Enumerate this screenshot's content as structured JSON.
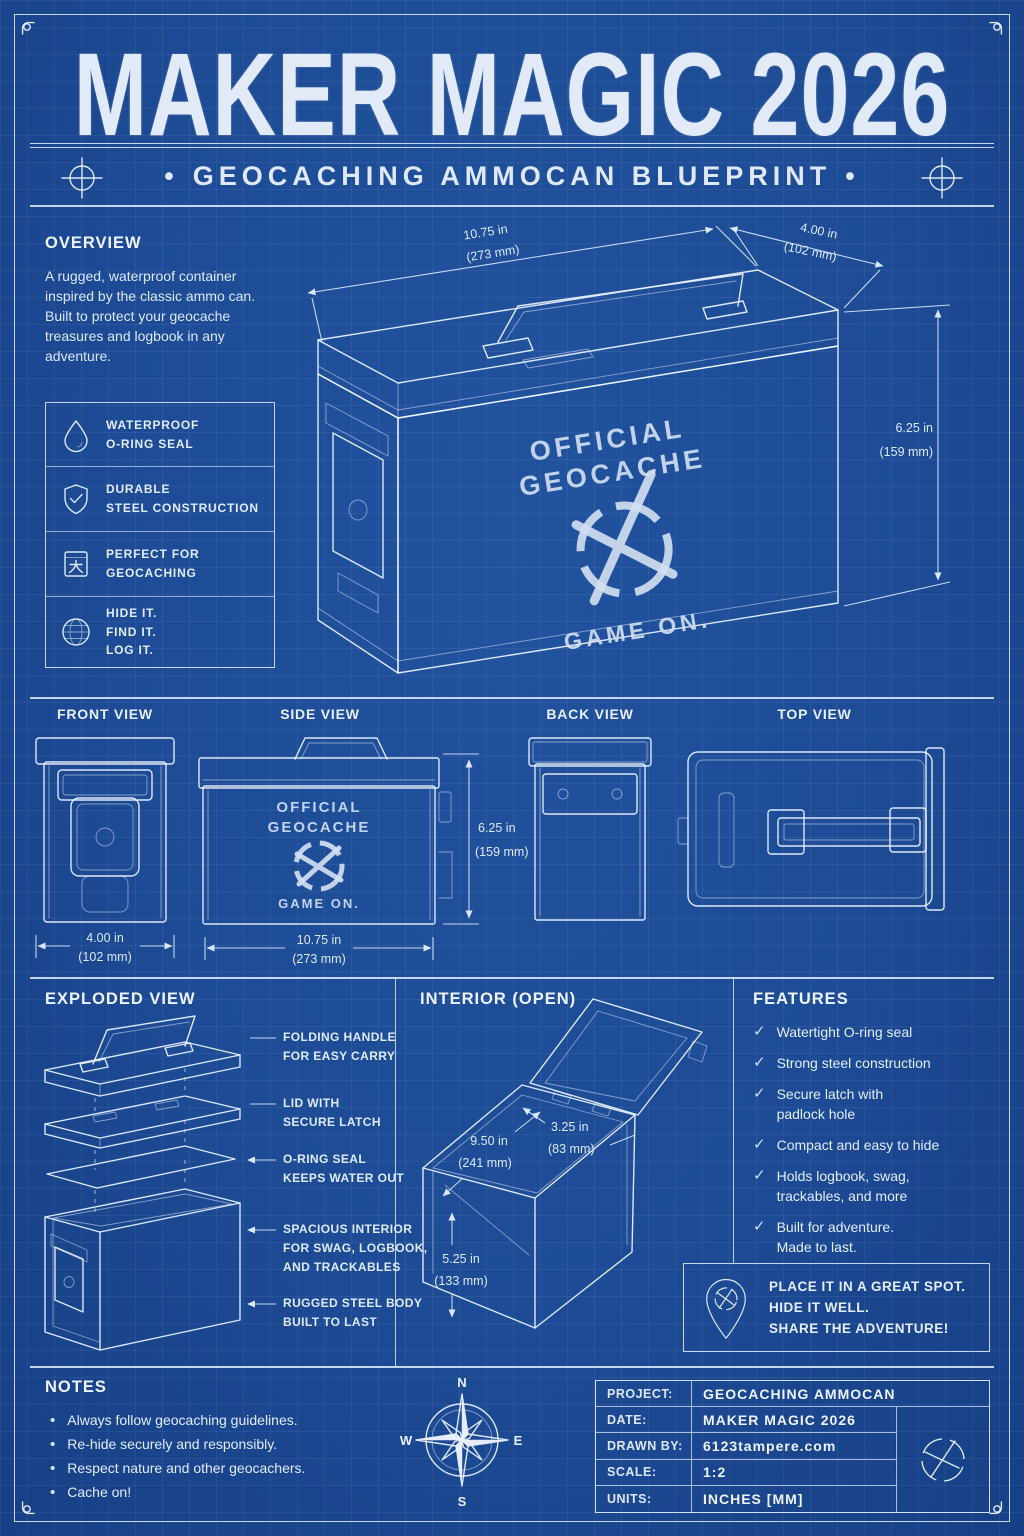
{
  "colors": {
    "background": "#1d4b95",
    "ink": "#e9effa",
    "line": "#dfe9f6"
  },
  "icons": {
    "bullet": "•",
    "check": "✓"
  },
  "header": {
    "title": "MAKER MAGIC 2026",
    "subtitle": "GEOCACHING AMMOCAN BLUEPRINT"
  },
  "overview": {
    "heading": "OVERVIEW",
    "paragraph": "A rugged, waterproof container inspired by the classic ammo can. Built to protect your geocache treasures and logbook in any adventure.",
    "features": [
      {
        "icon": "water-drop-icon",
        "lines": [
          "WATERPROOF",
          "O-RING SEAL"
        ]
      },
      {
        "icon": "shield-check-icon",
        "lines": [
          "DURABLE",
          "STEEL CONSTRUCTION"
        ]
      },
      {
        "icon": "geocache-container-icon",
        "lines": [
          "PERFECT FOR",
          "GEOCACHING"
        ]
      },
      {
        "icon": "globe-icon",
        "lines": [
          "HIDE IT.",
          "FIND IT.",
          "LOG IT."
        ]
      }
    ]
  },
  "iso": {
    "stencil": [
      "OFFICIAL",
      "GEOCACHE",
      "GAME ON."
    ],
    "dim_length": [
      "10.75 in",
      "(273 mm)"
    ],
    "dim_width": [
      "4.00 in",
      "(102 mm)"
    ],
    "dim_height": [
      "6.25 in",
      "(159 mm)"
    ]
  },
  "views": {
    "front": {
      "label": "FRONT VIEW",
      "dim": [
        "4.00 in",
        "(102 mm)"
      ]
    },
    "side": {
      "label": "SIDE VIEW",
      "stencil": [
        "OFFICIAL",
        "GEOCACHE",
        "GAME ON."
      ],
      "dim_length": [
        "10.75 in",
        "(273 mm)"
      ],
      "dim_height": [
        "6.25 in",
        "(159 mm)"
      ]
    },
    "back": {
      "label": "BACK VIEW"
    },
    "top": {
      "label": "TOP VIEW"
    }
  },
  "exploded": {
    "heading": "EXPLODED VIEW",
    "callouts": [
      {
        "lines": [
          "FOLDING HANDLE",
          "FOR EASY CARRY"
        ]
      },
      {
        "lines": [
          "LID WITH",
          "SECURE LATCH"
        ]
      },
      {
        "lines": [
          "O-RING SEAL",
          "KEEPS WATER OUT"
        ]
      },
      {
        "lines": [
          "SPACIOUS INTERIOR",
          "FOR SWAG, LOGBOOK,",
          "AND TRACKABLES"
        ]
      },
      {
        "lines": [
          "RUGGED STEEL BODY",
          "BUILT TO LAST"
        ]
      }
    ]
  },
  "interior": {
    "heading": "INTERIOR (OPEN)",
    "dim_depth": [
      "9.50 in",
      "(241 mm)"
    ],
    "dim_width": [
      "3.25 in",
      "(83 mm)"
    ],
    "dim_height": [
      "5.25 in",
      "(133 mm)"
    ]
  },
  "features_panel": {
    "heading": "FEATURES",
    "items": [
      {
        "lines": [
          "Watertight O-ring seal"
        ]
      },
      {
        "lines": [
          "Strong steel construction"
        ]
      },
      {
        "lines": [
          "Secure latch with",
          "padlock hole"
        ]
      },
      {
        "lines": [
          "Compact and easy to hide"
        ]
      },
      {
        "lines": [
          "Holds logbook, swag,",
          "trackables, and more"
        ]
      },
      {
        "lines": [
          "Built for adventure.",
          "Made to last."
        ]
      }
    ]
  },
  "callout_box": {
    "lines": [
      "PLACE IT IN A GREAT SPOT.",
      "HIDE IT WELL.",
      "SHARE THE ADVENTURE!"
    ]
  },
  "notes": {
    "heading": "NOTES",
    "items": [
      "Always follow geocaching guidelines.",
      "Re-hide securely and responsibly.",
      "Respect nature and other geocachers.",
      "Cache on!"
    ]
  },
  "compass": {
    "north": "N",
    "east": "E",
    "south": "S",
    "west": "W"
  },
  "title_block": {
    "rows": [
      {
        "label": "PROJECT:",
        "value": "GEOCACHING AMMOCAN"
      },
      {
        "label": "DATE:",
        "value": "MAKER MAGIC 2026"
      },
      {
        "label": "DRAWN BY:",
        "value": "6123tampere.com"
      },
      {
        "label": "SCALE:",
        "value": "1:2"
      },
      {
        "label": "UNITS:",
        "value": "INCHES [MM]"
      }
    ]
  }
}
